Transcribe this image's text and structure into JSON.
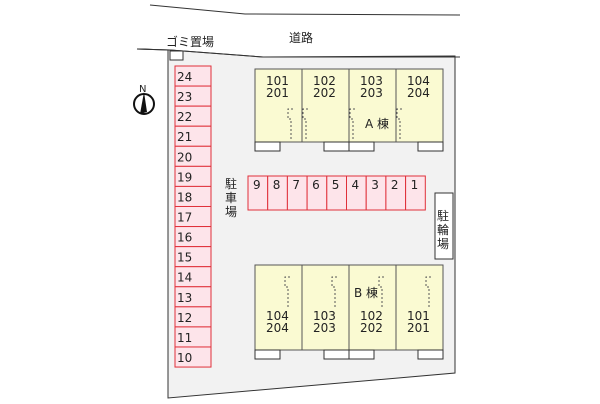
{
  "labels": {
    "road": "道路",
    "garbage": "ゴミ置場",
    "parking": [
      "駐",
      "車",
      "場"
    ],
    "bicycle": [
      "駐",
      "輪",
      "場"
    ],
    "building_a": "A 棟",
    "building_b": "B 棟",
    "north": "N"
  },
  "parking_left": [
    "24",
    "23",
    "22",
    "21",
    "20",
    "19",
    "18",
    "17",
    "16",
    "15",
    "14",
    "13",
    "12",
    "11",
    "10"
  ],
  "parking_row": [
    "9",
    "8",
    "7",
    "6",
    "5",
    "4",
    "3",
    "2",
    "1"
  ],
  "building_a_units": [
    [
      "101",
      "201"
    ],
    [
      "102",
      "202"
    ],
    [
      "103",
      "203"
    ],
    [
      "104",
      "204"
    ]
  ],
  "building_b_units": [
    [
      "104",
      "204"
    ],
    [
      "103",
      "203"
    ],
    [
      "102",
      "202"
    ],
    [
      "101",
      "201"
    ]
  ],
  "colors": {
    "lot": "#f2f2f2",
    "building": "#fafad2",
    "parking_fill": "#fde4ea",
    "parking_stroke": "#e0303a"
  }
}
